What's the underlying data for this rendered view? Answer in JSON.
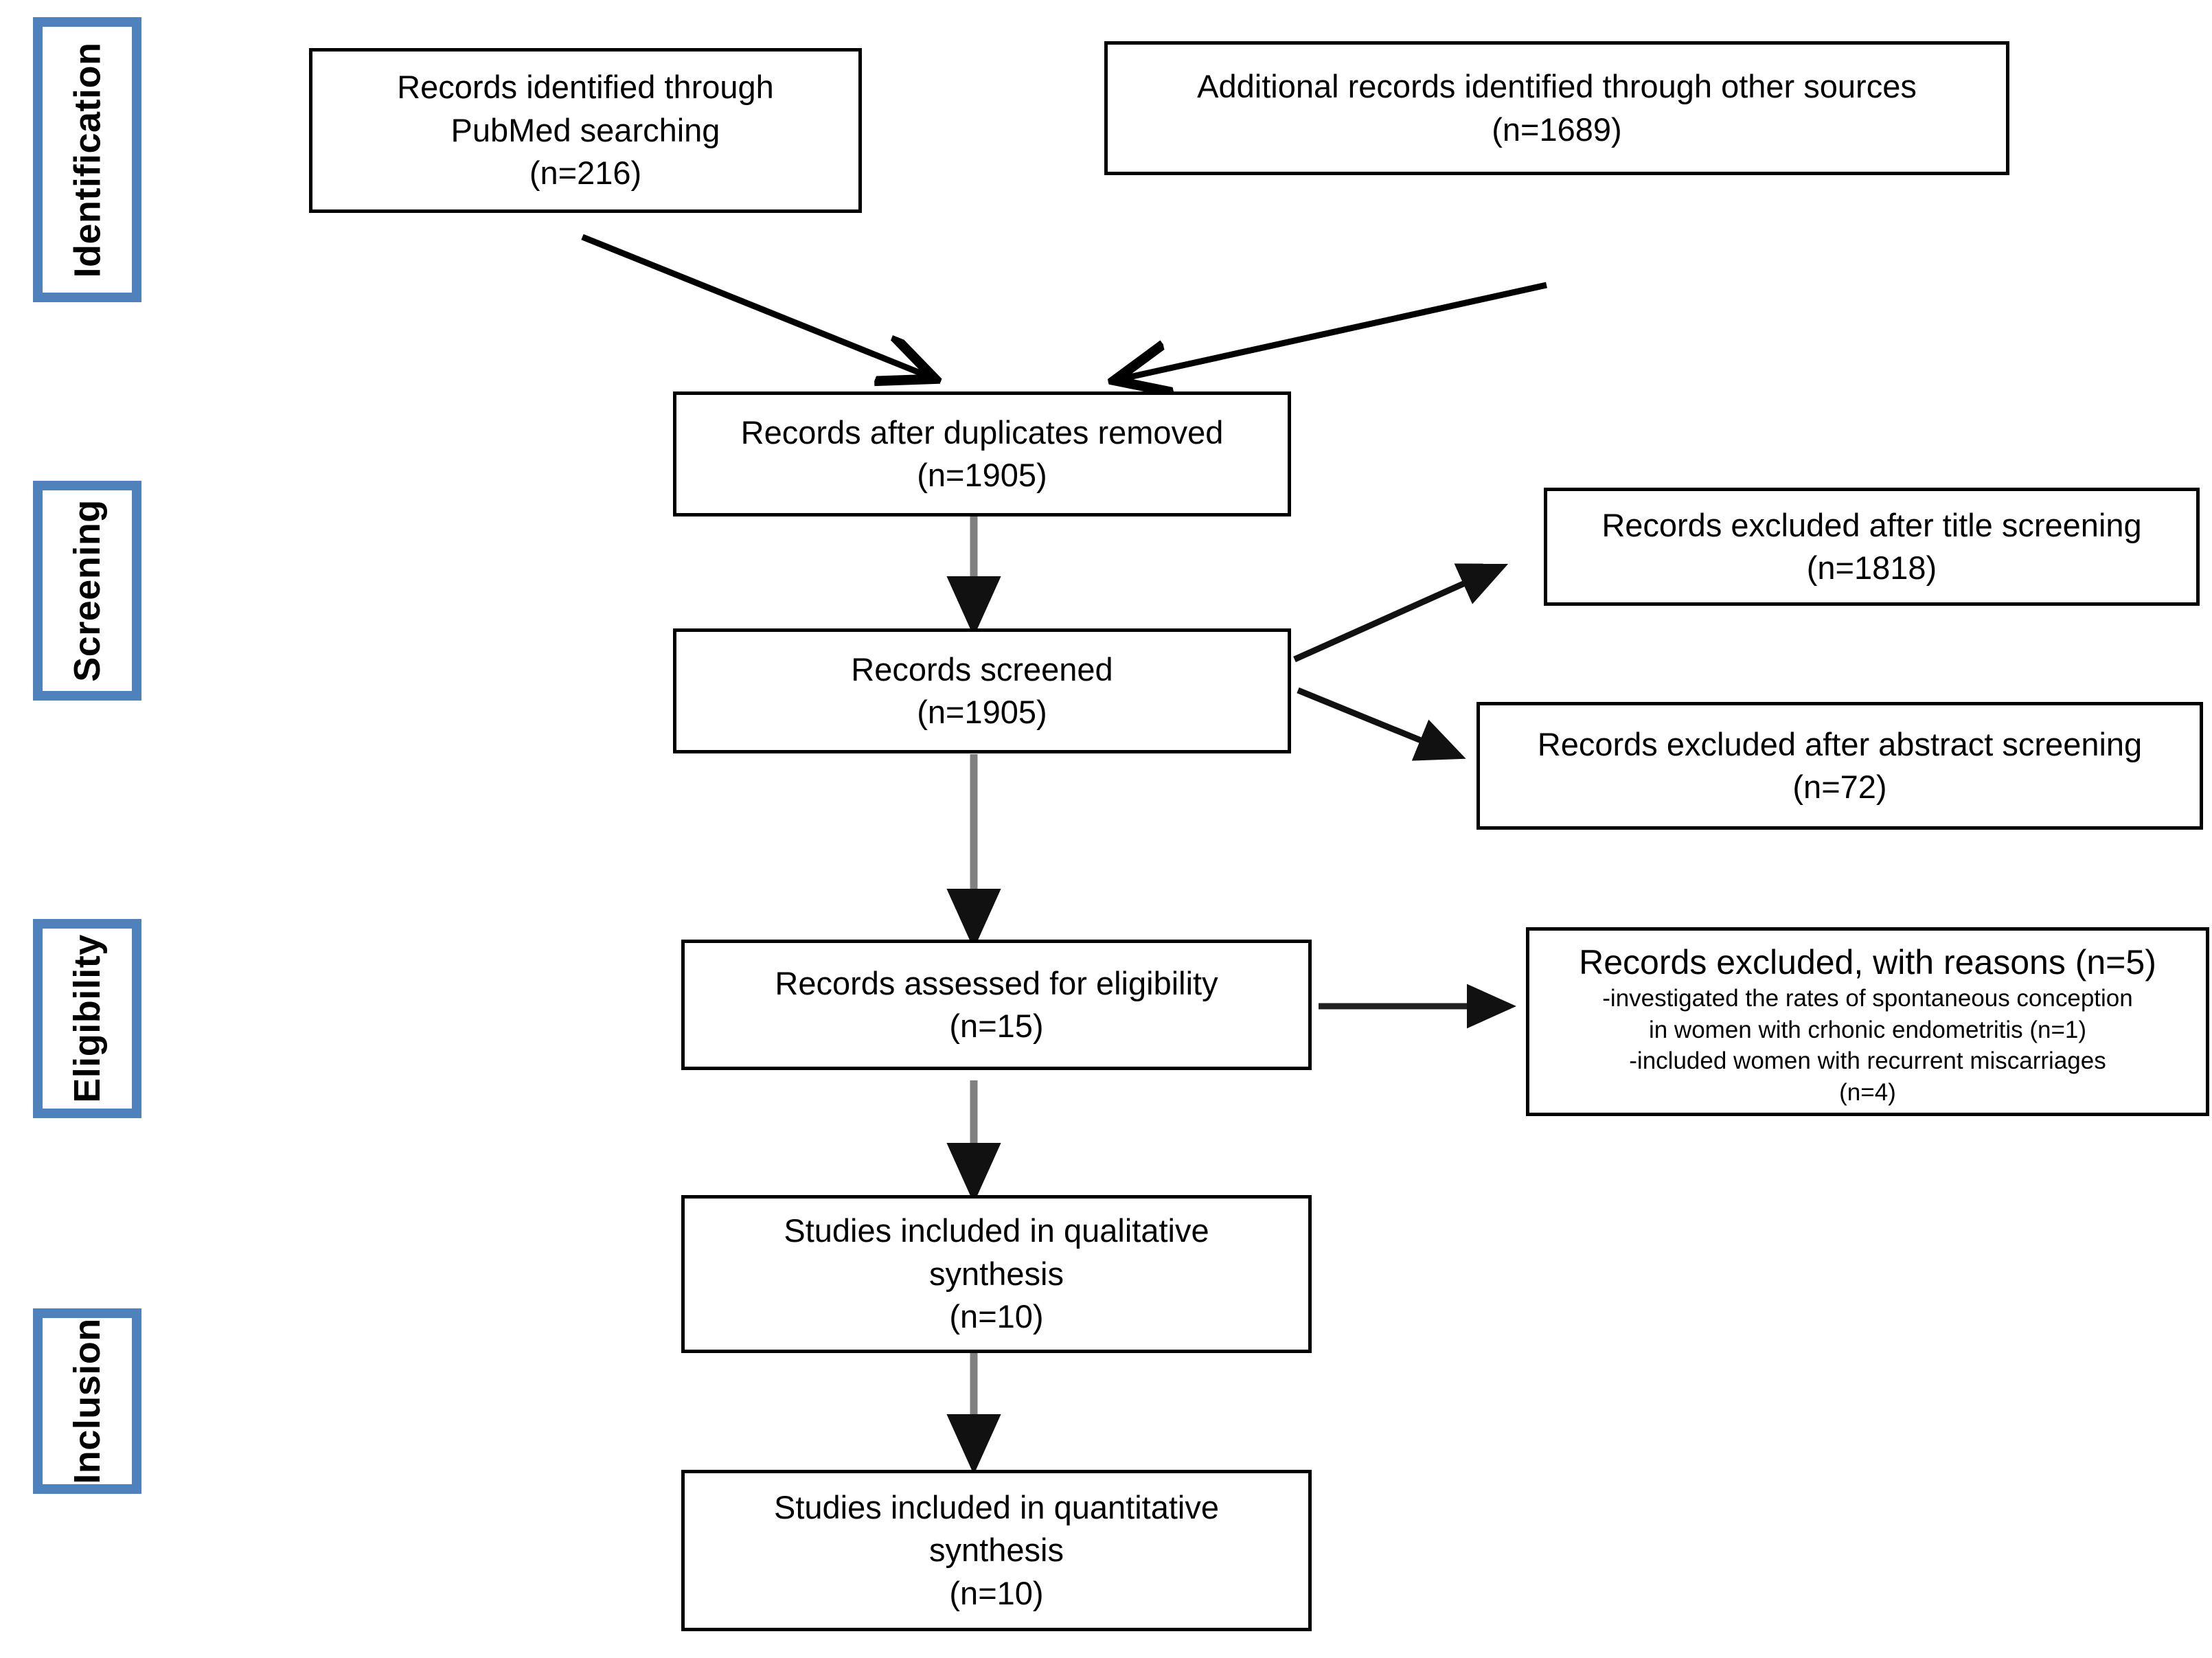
{
  "diagram": {
    "type": "prisma-flow-diagram",
    "accent_color": "#4f81bd",
    "line_color": "#000000",
    "arrow_gray": "#808080",
    "background": "#ffffff"
  },
  "stages": [
    {
      "label": "Identification"
    },
    {
      "label": "Screening"
    },
    {
      "label": "Eligibility"
    },
    {
      "label": "Inclusion"
    }
  ],
  "boxes": {
    "identified_pubmed": {
      "line1": "Records identified through",
      "line2": "PubMed searching",
      "line3": "(n=216)"
    },
    "identified_other": {
      "line1": "Additional records identified through other sources",
      "line2": "(n=1689)"
    },
    "duplicates_removed": {
      "line1": "Records after duplicates removed",
      "line2": "(n=1905)"
    },
    "records_screened": {
      "line1": "Records screened",
      "line2": "(n=1905)"
    },
    "excluded_title": {
      "line1": "Records excluded after title screening",
      "line2": "(n=1818)"
    },
    "excluded_abstract": {
      "line1": "Records excluded after abstract screening",
      "line2": "(n=72)"
    },
    "assessed_eligibility": {
      "line1": "Records assessed for eligibility",
      "line2": "(n=15)"
    },
    "excluded_reasons": {
      "title": "Records excluded, with reasons (n=5)",
      "reason1_line1": "-investigated the rates of spontaneous conception",
      "reason1_line2": "in women with crhonic endometritis (n=1)",
      "reason2_line1": "-included women with recurrent miscarriages",
      "reason2_line2": "(n=4)"
    },
    "qualitative_synthesis": {
      "line1": "Studies included in qualitative",
      "line2": "synthesis",
      "line3": "(n=10)"
    },
    "quantitative_synthesis": {
      "line1": "Studies included in quantitative",
      "line2": "synthesis",
      "line3": "(n=10)"
    }
  }
}
